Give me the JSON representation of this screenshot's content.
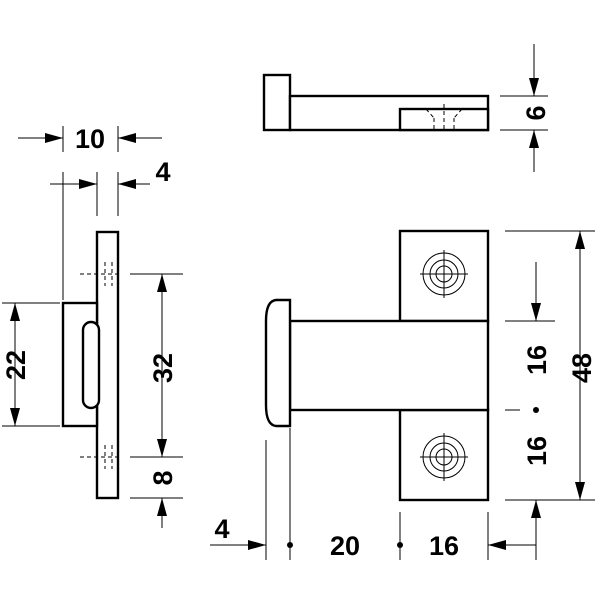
{
  "dimensions": {
    "side_total_width": "10",
    "side_tongue_width": "4",
    "side_tongue_height": "22",
    "hole_spacing_side": "32",
    "hole_edge_offset": "8",
    "top_thickness": "6",
    "front_height": "48",
    "hole_spacing_front_upper": "16",
    "hole_spacing_front_lower": "16",
    "head_thickness": "4",
    "stem_length": "20",
    "base_width": "16"
  },
  "colors": {
    "line": "#000000",
    "background": "#ffffff"
  }
}
